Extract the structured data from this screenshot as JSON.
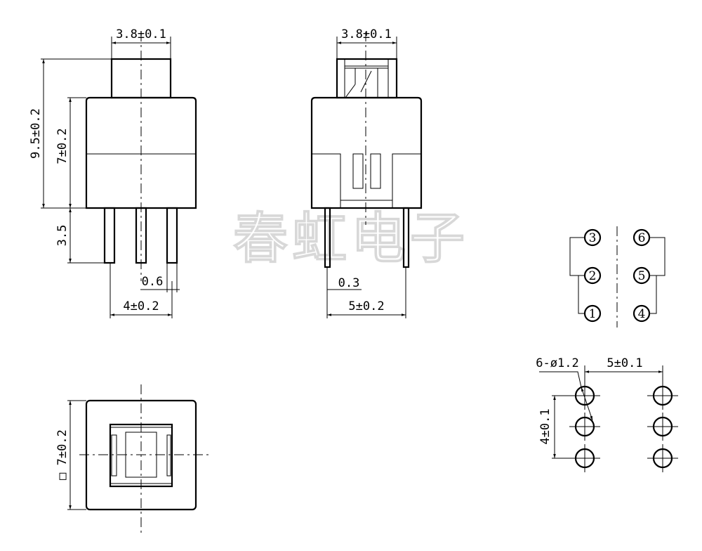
{
  "front_view": {
    "width_plunger": "3.8±0.1",
    "height_total": "9.5±0.2",
    "height_body": "7±0.2",
    "pin_length": "3.5",
    "pin_width": "0.6",
    "pin_pitch": "4±0.2"
  },
  "side_view": {
    "width_plunger": "3.8±0.1",
    "pin_thickness": "0.3",
    "pin_span": "5±0.2"
  },
  "bottom_view": {
    "body_size": "□ 7±0.2"
  },
  "schematic": {
    "pins": [
      "1",
      "2",
      "3",
      "4",
      "5",
      "6"
    ]
  },
  "pcb_layout": {
    "hole_spec": "6-ø1.2",
    "column_pitch": "5±0.1",
    "row_pitch": "4±0.1"
  },
  "watermark": "春虹电子"
}
